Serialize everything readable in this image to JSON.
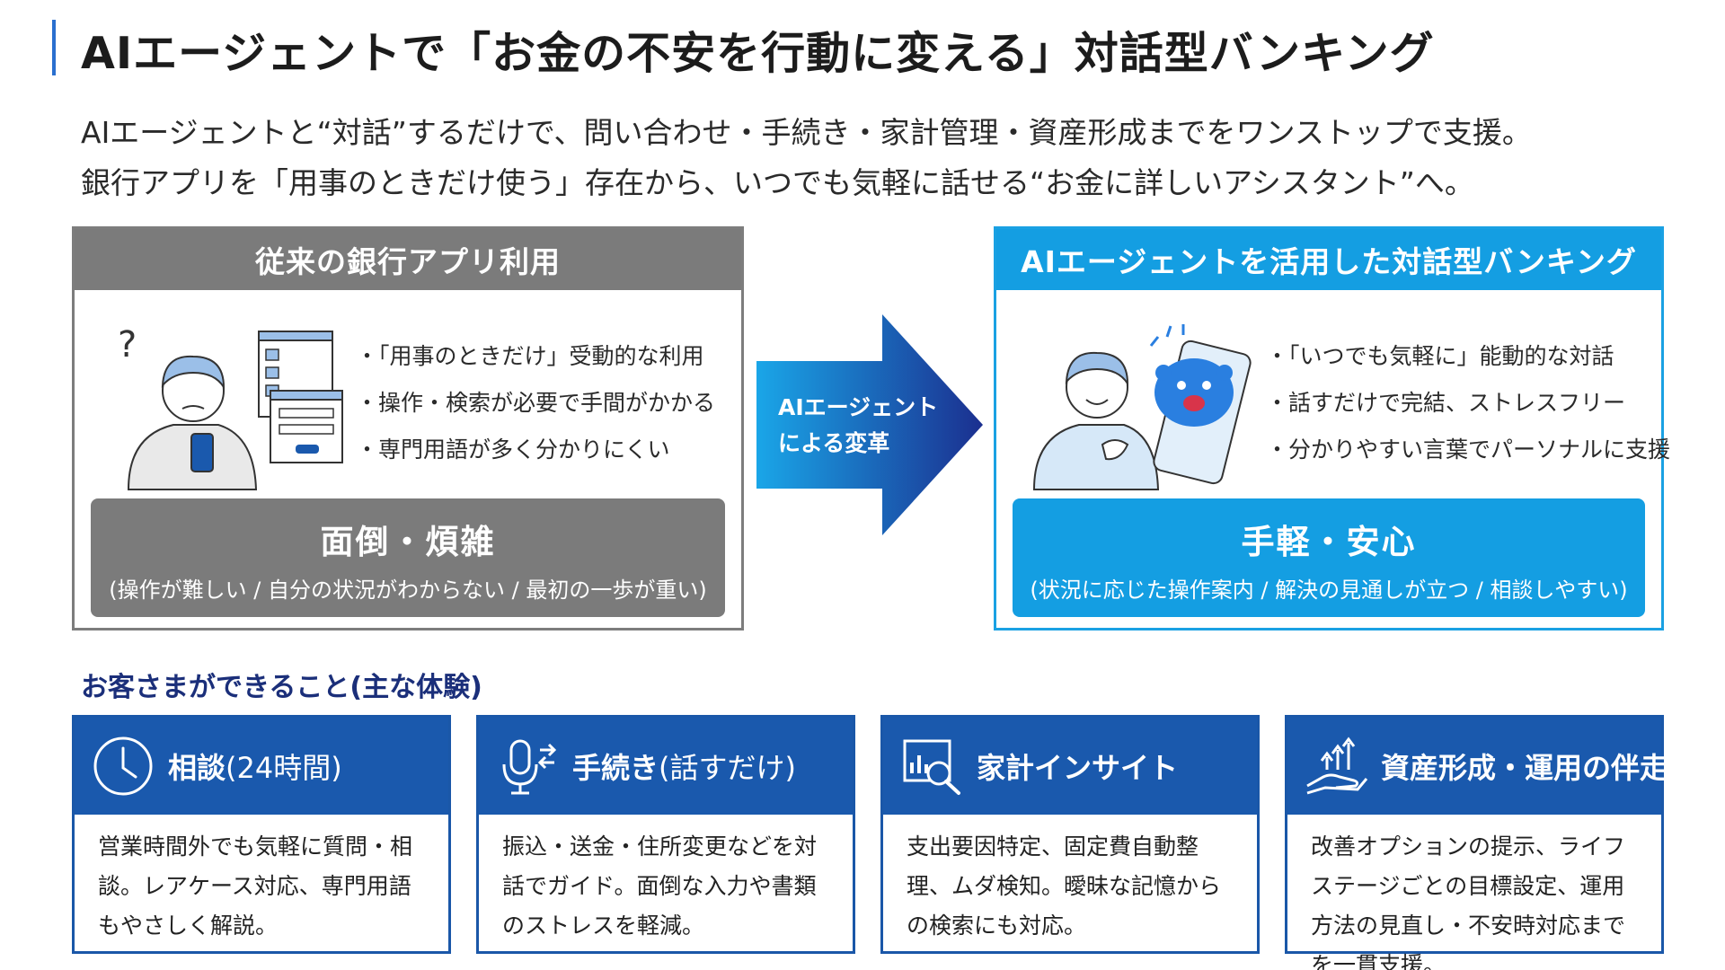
{
  "header": {
    "title": "AIエージェントで「お金の不安を行動に変える」対話型バンキング",
    "lead_line1": "AIエージェントと“対話”するだけで、問い合わせ・手続き・家計管理・資産形成までをワンストップで支援。",
    "lead_line2": "銀行アプリを「用事のときだけ使う」存在から、いつでも気軽に話せる“お金に詳しいアシスタント”へ。"
  },
  "before": {
    "heading": "従来の銀行アプリ利用",
    "bullets": [
      "・「用事のときだけ」受動的な利用",
      "・操作・検索が必要で手間がかかる",
      "・専門用語が多く分かりにくい"
    ],
    "summary_main": "面倒・煩雑",
    "summary_sub": "(操作が難しい / 自分の状況がわからない / 最初の一歩が重い)"
  },
  "transition": {
    "line1": "AIエージェント",
    "line2": "による変革"
  },
  "after": {
    "heading": "AIエージェントを活用した対話型バンキング",
    "bullets": [
      "・「いつでも気軽に」能動的な対話",
      "・話すだけで完結、ストレスフリー",
      "・分かりやすい言葉でパーソナルに支援"
    ],
    "summary_main": "手軽・安心",
    "summary_sub": "(状況に応じた操作案内 / 解決の見通しが立つ / 相談しやすい)"
  },
  "experiences": {
    "heading": "お客さまができること(主な体験)",
    "cards": [
      {
        "icon": "clock-icon",
        "title": "相談",
        "title_note": "(24時間)",
        "body": "営業時間外でも気軽に質問・相談。レアケース対応、専門用語もやさしく解説。"
      },
      {
        "icon": "microphone-icon",
        "title": "手続き",
        "title_note": "(話すだけ)",
        "body": "振込・送金・住所変更などを対話でガイド。面倒な入力や書類のストレスを軽減。"
      },
      {
        "icon": "chart-magnifier-icon",
        "title": "家計インサイト",
        "title_note": "",
        "body": "支出要因特定、固定費自動整理、ムダ検知。曖昧な記憶からの検索にも対応。"
      },
      {
        "icon": "hand-growth-icon",
        "title": "資産形成・運用の伴走",
        "title_note": "",
        "body": "改善オプションの提示、ライフステージごとの目標設定、運用方法の見直し・不安時対応までを一貫支援。"
      }
    ]
  },
  "colors": {
    "accent_blue": "#149ee2",
    "navy": "#1a59ad",
    "gray": "#7b7b7b"
  }
}
